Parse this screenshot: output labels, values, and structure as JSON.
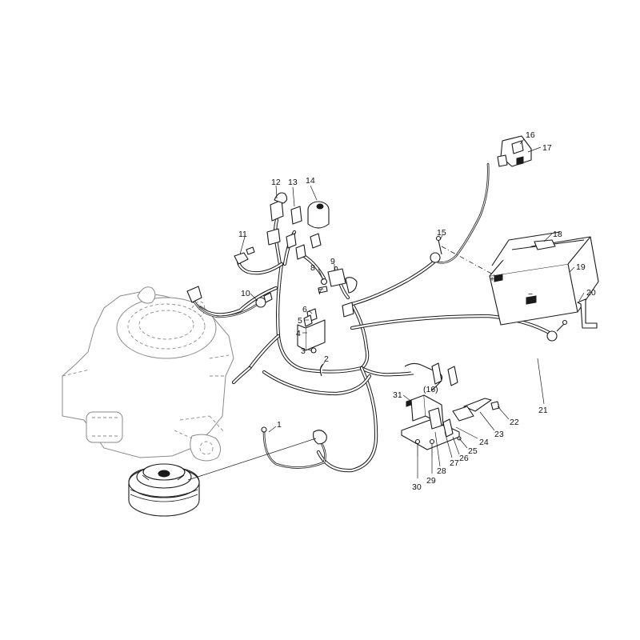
{
  "callouts": [
    {
      "id": "c1",
      "text": "1"
    },
    {
      "id": "c2",
      "text": "2"
    },
    {
      "id": "c3",
      "text": "3"
    },
    {
      "id": "c4",
      "text": "4"
    },
    {
      "id": "c5",
      "text": "5"
    },
    {
      "id": "c6",
      "text": "6"
    },
    {
      "id": "c7",
      "text": "7"
    },
    {
      "id": "c8",
      "text": "8"
    },
    {
      "id": "c9",
      "text": "9"
    },
    {
      "id": "c10",
      "text": "10"
    },
    {
      "id": "c11",
      "text": "11"
    },
    {
      "id": "c12",
      "text": "12"
    },
    {
      "id": "c13",
      "text": "13"
    },
    {
      "id": "c14",
      "text": "14"
    },
    {
      "id": "c15",
      "text": "15"
    },
    {
      "id": "c16",
      "text": "16"
    },
    {
      "id": "c16b",
      "text": "(16)"
    },
    {
      "id": "c17",
      "text": "17"
    },
    {
      "id": "c18",
      "text": "18"
    },
    {
      "id": "c19",
      "text": "19"
    },
    {
      "id": "c20",
      "text": "20"
    },
    {
      "id": "c21",
      "text": "21"
    },
    {
      "id": "c22",
      "text": "22"
    },
    {
      "id": "c23",
      "text": "23"
    },
    {
      "id": "c24",
      "text": "24"
    },
    {
      "id": "c25",
      "text": "25"
    },
    {
      "id": "c26",
      "text": "26"
    },
    {
      "id": "c27",
      "text": "27"
    },
    {
      "id": "c28",
      "text": "28"
    },
    {
      "id": "c29",
      "text": "29"
    },
    {
      "id": "c30",
      "text": "30"
    },
    {
      "id": "c31",
      "text": "31"
    }
  ],
  "battery_terminals": {
    "positive": "+",
    "negative": "−"
  }
}
